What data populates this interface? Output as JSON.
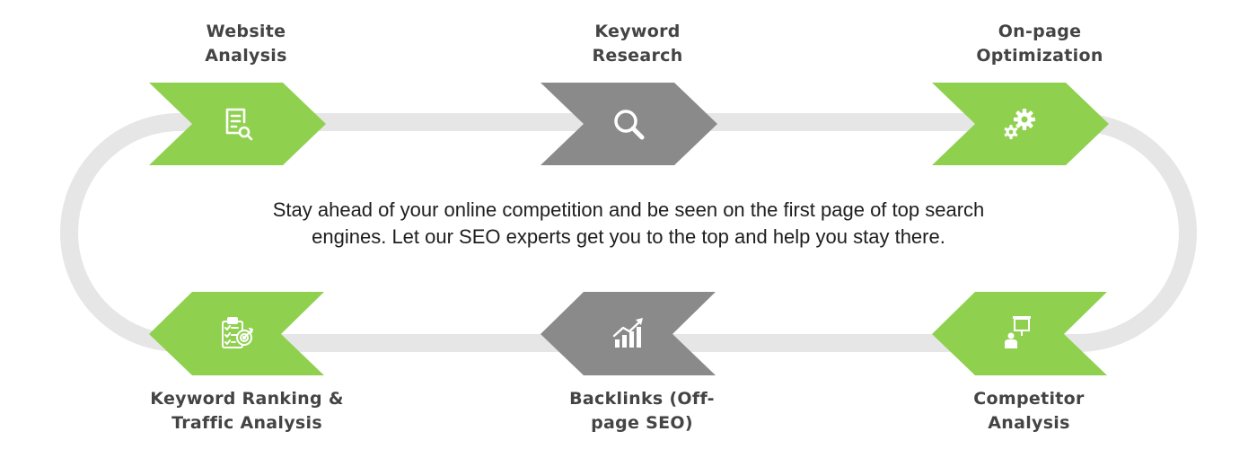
{
  "steps": [
    {
      "id": "website-analysis",
      "lines": [
        "Website",
        "Analysis"
      ],
      "icon": "document-search-icon",
      "color": "#8fd14f"
    },
    {
      "id": "keyword-research",
      "lines": [
        "Keyword",
        "Research"
      ],
      "icon": "magnifier-icon",
      "color": "#8a8a8a"
    },
    {
      "id": "on-page-optimization",
      "lines": [
        "On-page",
        "Optimization"
      ],
      "icon": "gears-icon",
      "color": "#8fd14f"
    },
    {
      "id": "competitor-analysis",
      "lines": [
        "Competitor",
        "Analysis"
      ],
      "icon": "presentation-icon",
      "color": "#8fd14f"
    },
    {
      "id": "backlinks",
      "lines": [
        "Backlinks (Off-",
        "page SEO)"
      ],
      "icon": "growth-chart-icon",
      "color": "#8a8a8a"
    },
    {
      "id": "keyword-ranking",
      "lines": [
        "Keyword Ranking &",
        "Traffic Analysis"
      ],
      "icon": "clipboard-target-icon",
      "color": "#8fd14f"
    }
  ],
  "description": {
    "lines": [
      "Stay ahead of your online competition and be seen on the first page of top search",
      "engines. Let our SEO experts get you to the top and help you stay there."
    ]
  },
  "colors": {
    "track": "#e6e6e6",
    "green": "#8fd14f",
    "gray": "#8a8a8a",
    "text": "#444444"
  }
}
